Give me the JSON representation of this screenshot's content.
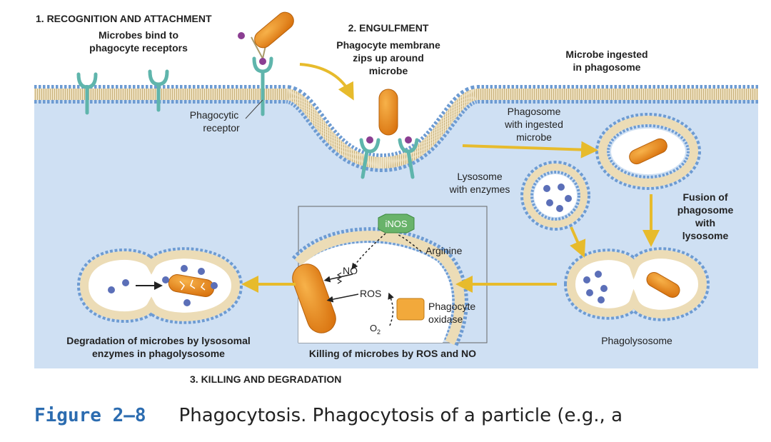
{
  "colors": {
    "cytoplasm": "#cfe0f3",
    "membrane_head": "#6d9bd2",
    "membrane_tail": "#d6c59a",
    "microbe": "#ea8a22",
    "receptor": "#7cc7bf",
    "granule": "#5b6fb8",
    "arrow": "#e7bb2c",
    "caption_label": "#2c6cb0"
  },
  "steps": {
    "step1": {
      "title": "1. RECOGNITION AND ATTACHMENT",
      "desc_line1": "Microbes bind to",
      "desc_line2": "phagocyte receptors"
    },
    "step2": {
      "title": "2. ENGULFMENT",
      "desc_line1": "Phagocyte membrane",
      "desc_line2": "zips up around",
      "desc_line3": "microbe"
    },
    "step3": {
      "title": "3. KILLING AND DEGRADATION"
    }
  },
  "labels": {
    "phagocytic_receptor_1": "Phagocytic",
    "phagocytic_receptor_2": "receptor",
    "microbe_ingested_1": "Microbe ingested",
    "microbe_ingested_2": "in phagosome",
    "phagosome_1": "Phagosome",
    "phagosome_2": "with ingested",
    "phagosome_3": "microbe",
    "lysosome_1": "Lysosome",
    "lysosome_2": "with enzymes",
    "fusion_1": "Fusion of",
    "fusion_2": "phagosome",
    "fusion_3": "with",
    "fusion_4": "lysosome",
    "phagolysosome": "Phagolysosome",
    "inos": "iNOS",
    "arginine": "Arginine",
    "no": "NO",
    "ros": "ROS",
    "o2": "O",
    "o2_sub": "2",
    "oxidase_1": "Phagocyte",
    "oxidase_2": "oxidase",
    "killing": "Killing of microbes by ROS and NO",
    "degradation_1": "Degradation of microbes by lysosomal",
    "degradation_2": "enzymes in phagolysosome"
  },
  "caption": {
    "label": "Figure 2–8",
    "text": "Phagocytosis. Phagocytosis of a particle (e.g., a"
  }
}
